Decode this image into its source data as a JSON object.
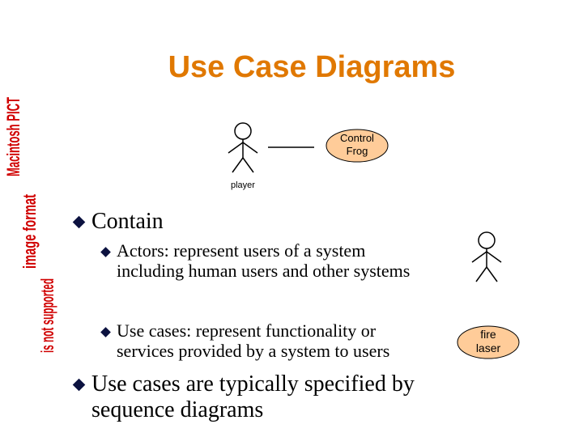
{
  "title": "Use Case Diagrams",
  "pict_placeholder": {
    "lines": [
      "Macintosh PICT",
      "image format",
      "is not supported"
    ],
    "color": "#d00000"
  },
  "diagram_top": {
    "actor_label": "player",
    "use_case_line1": "Control",
    "use_case_line2": "Frog",
    "use_case_fill": "#ffcc99"
  },
  "diagram_right": {
    "use_case_line1": "fire",
    "use_case_line2": "laser",
    "use_case_fill": "#ffcc99"
  },
  "bullets": {
    "contain": "Contain",
    "actors_term": "Actors",
    "actors_desc_1": ": represent users of a system",
    "actors_desc_2": "including human users and other systems",
    "usecases_term": "Use cases",
    "usecases_desc_1": ": represent functionality or",
    "usecases_desc_2": "services provided by a system to users",
    "sequence_1": "Use cases are typically specified by",
    "sequence_2": "sequence diagrams"
  },
  "colors": {
    "title": "#e07800",
    "bullet": "#0c1240",
    "use_case_fill": "#ffcc99"
  }
}
